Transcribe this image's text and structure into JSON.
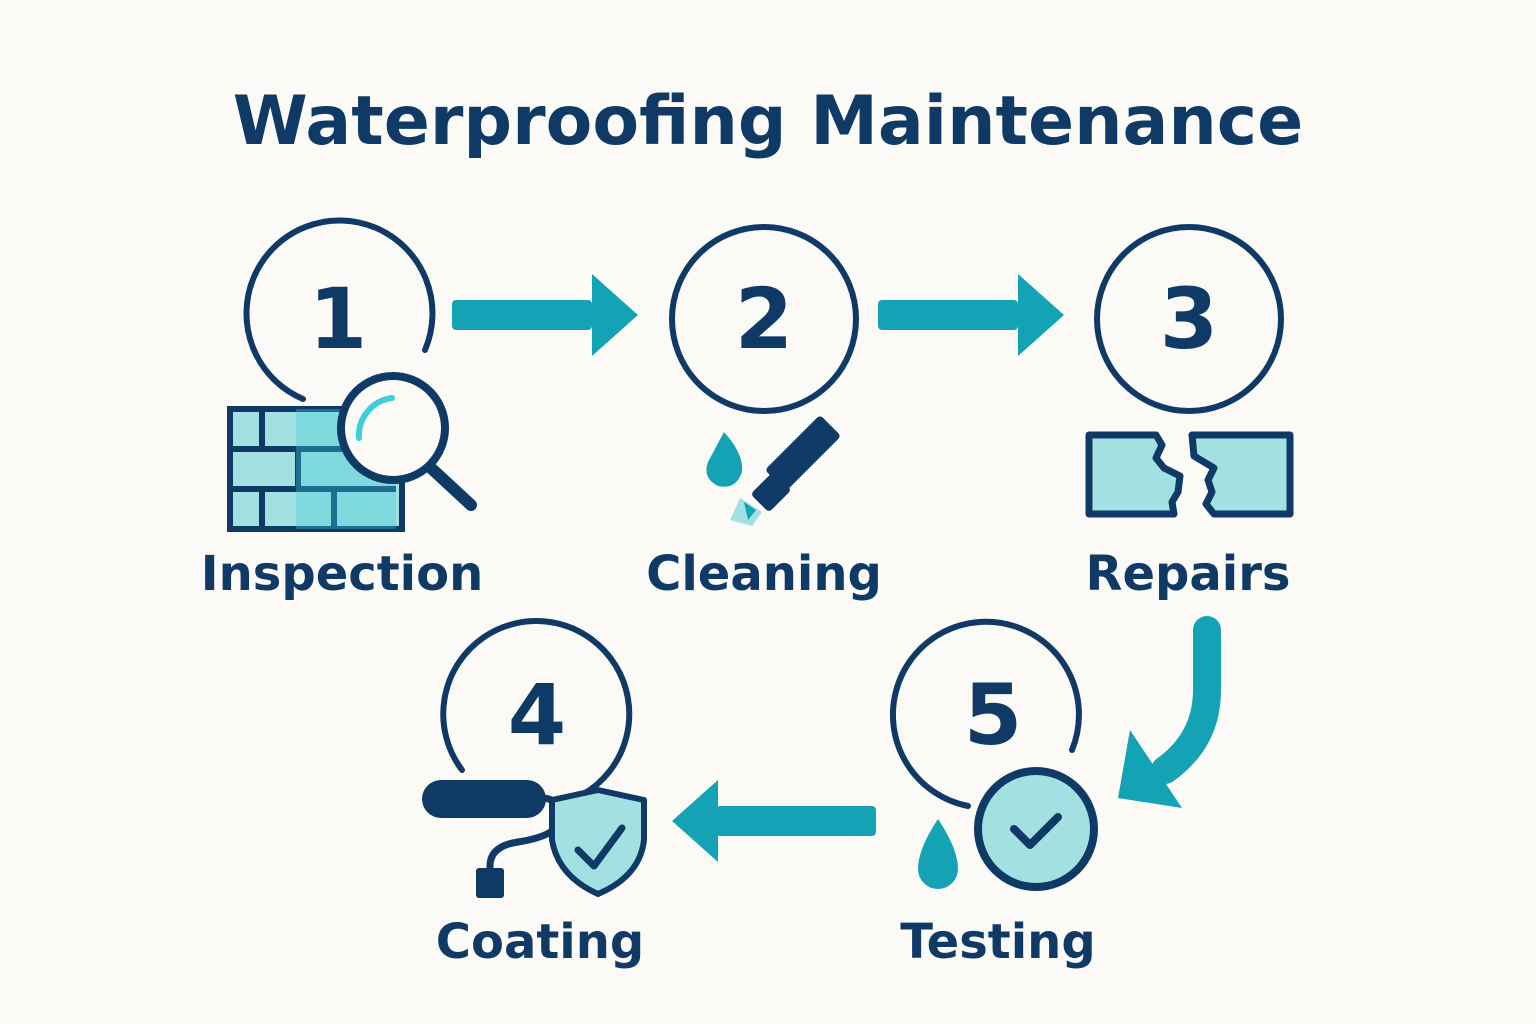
{
  "title": "Waterproofing Maintenance",
  "colors": {
    "navy": "#0f3a66",
    "teal": "#13a3b4",
    "light_teal": "#a3e0e2",
    "background": "#fcfaf6"
  },
  "steps": [
    {
      "number": "1",
      "label": "Inspection",
      "icon": "brick-wall-magnifier-icon"
    },
    {
      "number": "2",
      "label": "Cleaning",
      "icon": "water-drop-brush-icon"
    },
    {
      "number": "3",
      "label": "Repairs",
      "icon": "cracked-slab-icon"
    },
    {
      "number": "4",
      "label": "Coating",
      "icon": "paint-roller-shield-icon"
    },
    {
      "number": "5",
      "label": "Testing",
      "icon": "water-drop-check-icon"
    }
  ],
  "arrows": [
    {
      "from": "1",
      "to": "2",
      "direction": "right"
    },
    {
      "from": "2",
      "to": "3",
      "direction": "right"
    },
    {
      "from": "3",
      "to": "5",
      "direction": "down-curve"
    },
    {
      "from": "5",
      "to": "4",
      "direction": "left"
    }
  ]
}
